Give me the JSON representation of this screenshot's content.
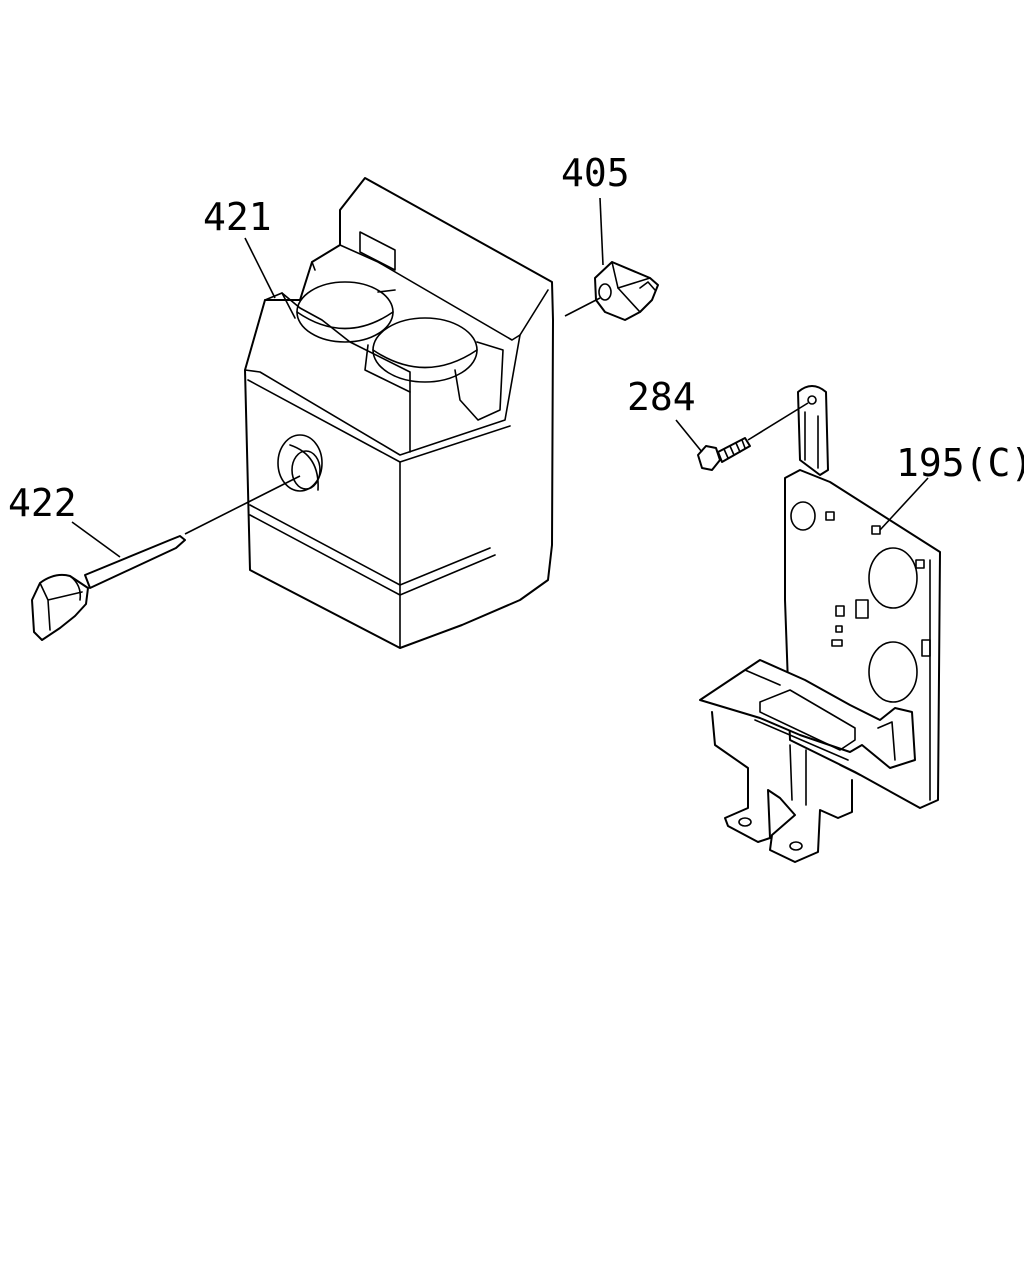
{
  "diagram": {
    "callouts": {
      "p405": "405",
      "p421": "421",
      "p284": "284",
      "p195": "195(C)",
      "p422": "422"
    }
  },
  "colors": {
    "line": "#000000",
    "background": "#ffffff"
  }
}
